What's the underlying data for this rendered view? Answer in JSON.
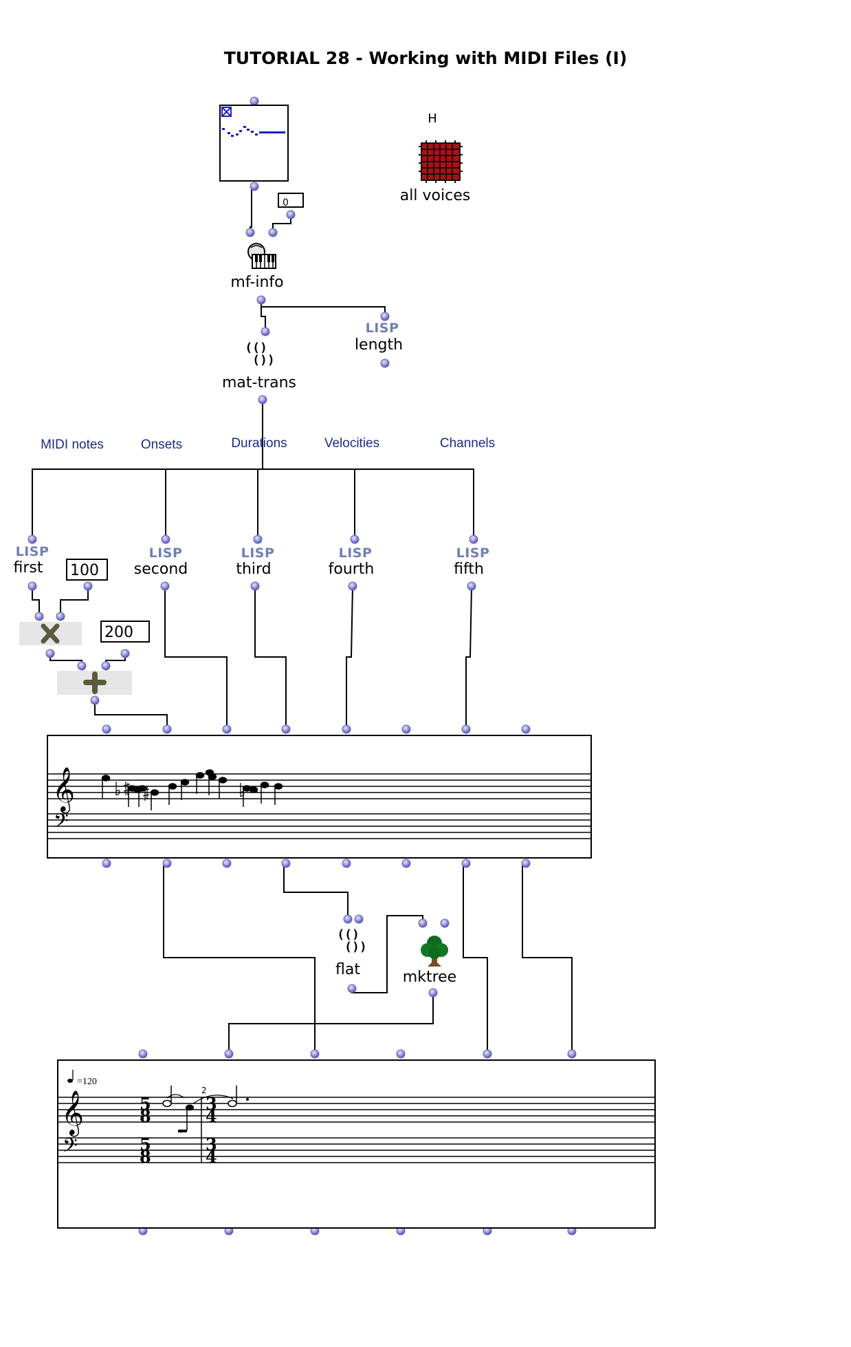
{
  "title": "TUTORIAL 28 - Working with MIDI Files (I)",
  "boxes": {
    "mf_info": "mf-info",
    "mat_trans": "mat-trans",
    "length": "length",
    "first": "first",
    "second": "second",
    "third": "third",
    "fourth": "fourth",
    "fifth": "fifth",
    "flat": "flat",
    "mktree": "mktree",
    "all_voices": "all voices",
    "all_voices_flag": "H",
    "lisp_tag": "LISP",
    "multiply": "×",
    "add": "+"
  },
  "values": {
    "track": "0",
    "mult": "100",
    "add": "200"
  },
  "comments": {
    "midi_notes": "MIDI notes",
    "onsets": "Onsets",
    "durations": "Durations",
    "velocities": "Velocities",
    "channels": "Channels"
  },
  "score": {
    "tempo": "=120",
    "meter1_top": "5",
    "meter1_bot": "8",
    "meter2_top": "3",
    "meter2_bot": "4",
    "tuplet": "2"
  },
  "colors": {
    "inlet": "#8f8fe0",
    "comment": "#1a2a8a",
    "lisp": "#6f7fb8",
    "midi_curve": "#1c1cc8",
    "all_voices_icon": "#b01010"
  },
  "icons": {
    "midifile": "midifile-box-icon",
    "mf_info": "piano-info-icon",
    "all_voices": "grid-icon",
    "mat_trans": "matrix-icon",
    "multiply": "multiply-icon",
    "add": "add-icon",
    "mktree": "tree-icon"
  }
}
